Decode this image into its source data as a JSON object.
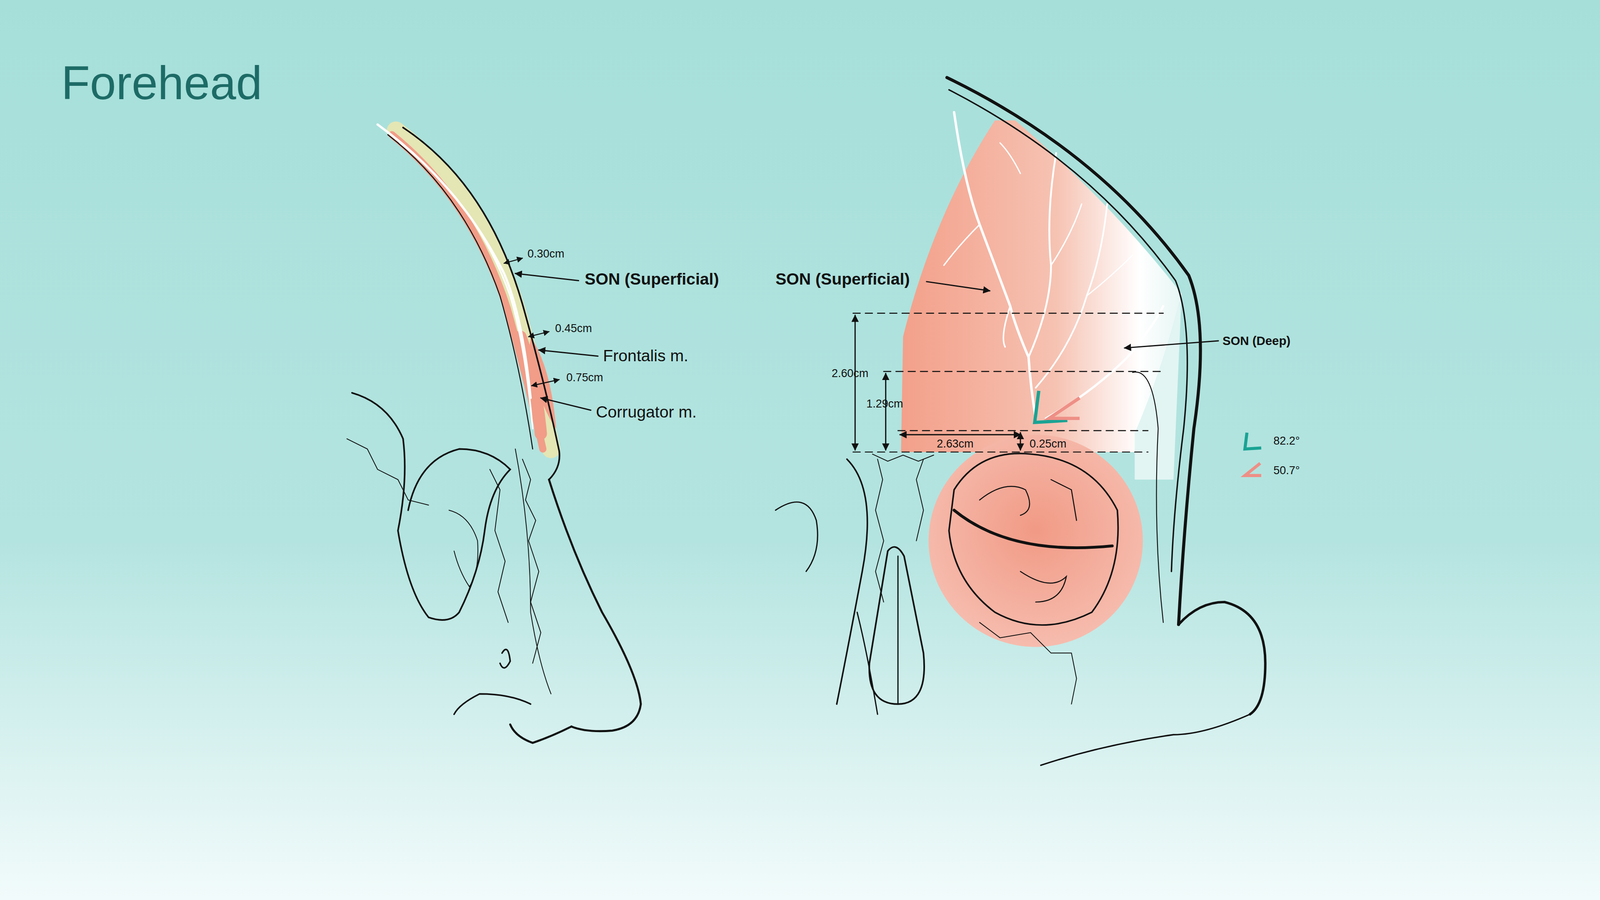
{
  "diagram": {
    "title": "Forehead",
    "labels": [
      "0.30cm",
      "SON (Superficial)",
      "0.45cm",
      "Frontalis m.",
      "0.75cm",
      "Corrugator m.",
      "SON (Superficial)",
      "SON (Deep)",
      "2.60cm",
      "1.29cm",
      "2.63cm",
      "0.25cm"
    ],
    "legend": [
      {
        "text": "82.2°"
      },
      {
        "text": "50.7°"
      }
    ]
  }
}
